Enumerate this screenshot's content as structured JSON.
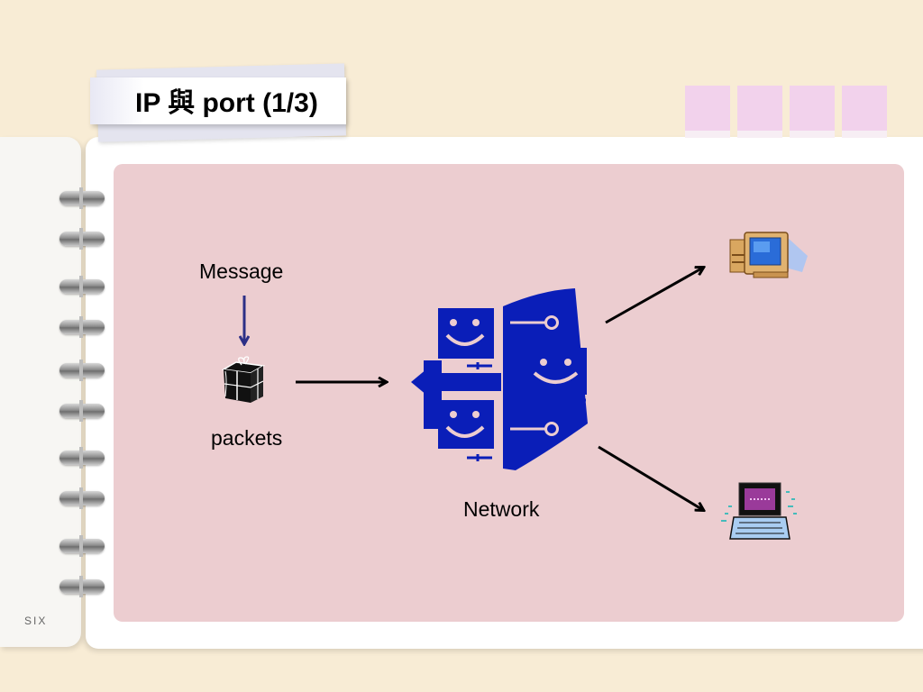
{
  "slide": {
    "title": "IP 與 port (1/3)",
    "brand": "SIX"
  },
  "diagram": {
    "message_label": "Message",
    "packets_label": "packets",
    "network_label": "Network",
    "colors": {
      "network_blue": "#0a1eb8",
      "message_arrow": "#2c2f86",
      "content_bg": "#eccdd0",
      "page_bg": "#f8ecd5"
    },
    "icons": [
      "gift-box-icon",
      "network-icon",
      "desktop-computer-icon",
      "laptop-computer-icon"
    ]
  }
}
